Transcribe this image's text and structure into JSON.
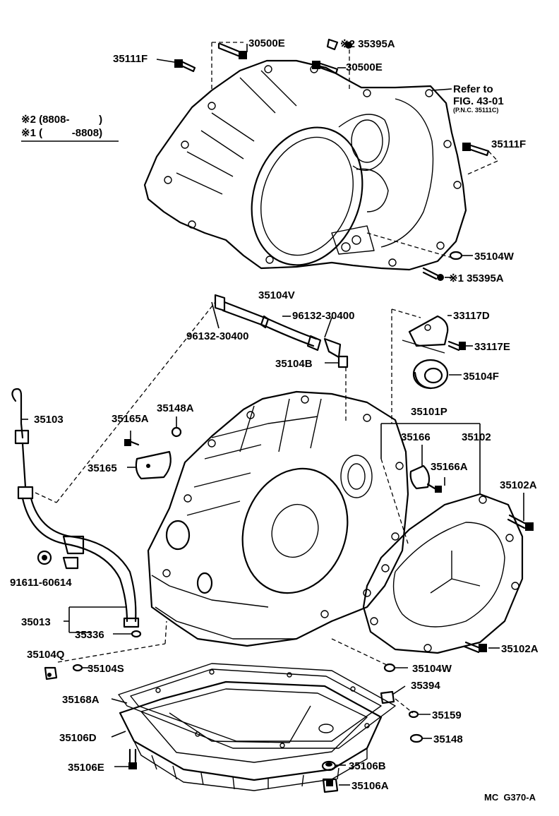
{
  "labels": {
    "l30500e_top": "30500E",
    "l35395a_top": "※2 35395A",
    "l35111f_left": "35111F",
    "l30500e_mid": "30500E",
    "refer_1": "Refer to",
    "refer_2": "FIG. 43-01",
    "refer_3": "(P.N.C. 35111C)",
    "note_1": "※2 (8808-          )",
    "note_2": "※1 (          -8808)",
    "l35111f_right": "35111F",
    "l35104w_top": "35104W",
    "l35395a_bot": "※1 35395A",
    "l35104v": "35104V",
    "l96132_right": "96132-30400",
    "l96132_left": "96132-30400",
    "l33117d": "33117D",
    "l33117e": "33117E",
    "l35104b": "35104B",
    "l35104f": "35104F",
    "l35103": "35103",
    "l35148a": "35148A",
    "l35165a": "35165A",
    "l35101p": "35101P",
    "l35166": "35166",
    "l35102": "35102",
    "l35165": "35165",
    "l35166a": "35166A",
    "l35102a_top": "35102A",
    "l91611": "91611-60614",
    "l35013": "35013",
    "l35336": "35336",
    "l35102a_bot": "35102A",
    "l35104q": "35104Q",
    "l35104s": "35104S",
    "l35104w_bot": "35104W",
    "l35394": "35394",
    "l35168a": "35168A",
    "l35159": "35159",
    "l35106d": "35106D",
    "l35148": "35148",
    "l35106e": "35106E",
    "l35106b": "35106B",
    "l35106a": "35106A",
    "fig_code": "MC  G370-A"
  }
}
